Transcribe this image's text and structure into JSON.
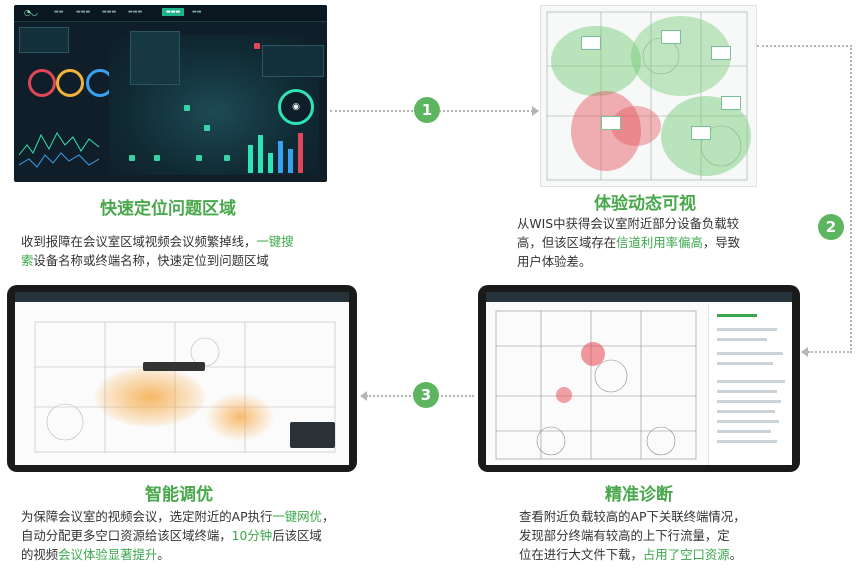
{
  "steps": {
    "one": {
      "number": "1",
      "title": "快速定位问题区域",
      "desc": {
        "line1_pre": "收到报障在会议室区域视频会议频繁掉线，",
        "line1_hl": "一键搜",
        "line2_hl": "索",
        "line2_post": "设备名称或终端名称，快速定位到问题区域"
      }
    },
    "two": {
      "number": "2",
      "title": "体验动态可视",
      "desc": {
        "line1": "从WIS中获得会议室附近部分设备负载较",
        "line2_pre": "高，但该区域存在",
        "line2_hl": "信道利用率偏高",
        "line2_post": "，导致",
        "line3": "用户体验差。"
      }
    },
    "three": {
      "number": "3",
      "title": "智能调优",
      "desc": {
        "line1_pre": "为保障会议室的视频会议，选定附近的AP执行",
        "line1_hl": "一键网优",
        "line1_post": "，",
        "line2_pre": "自动分配更多空口资源给该区域终端，",
        "line2_hl": "10分钟",
        "line2_post": "后该区域",
        "line3_pre": "的视频",
        "line3_hl": "会议体验显著提升",
        "line3_post": "。"
      }
    },
    "four": {
      "title": "精准诊断",
      "desc": {
        "line1": "查看附近负载较高的AP下关联终端情况，",
        "line2": "发现部分终端有较高的上下行流量，定",
        "line3_pre": "位在进行大文件下载，",
        "line3_hl": "占用了空口资源",
        "line3_post": "。"
      }
    }
  },
  "colors": {
    "accent_green": "#49a84b",
    "step_circle": "#5eb55f",
    "highlight": "#3aa84a",
    "dashboard_bg": "#0f1e28"
  },
  "icons": {
    "connector": "dotted-arrow"
  }
}
